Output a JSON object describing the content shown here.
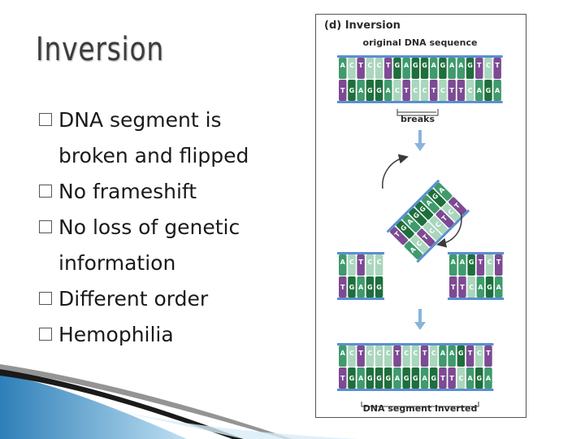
{
  "slide": {
    "title": "Inversion",
    "bullets": [
      {
        "lines": [
          "DNA segment is",
          "broken and flipped"
        ]
      },
      {
        "lines": [
          "No frameshift"
        ]
      },
      {
        "lines": [
          "No loss of genetic",
          "information"
        ]
      },
      {
        "lines": [
          "Different order"
        ]
      },
      {
        "lines": [
          "Hemophilia"
        ]
      }
    ]
  },
  "figure": {
    "panel_label": "(d) Inversion",
    "top_caption": "original DNA sequence",
    "breaks_label": "breaks",
    "bottom_caption": "DNA segment inverted",
    "original_top": [
      "A",
      "C",
      "T",
      "C",
      "C",
      "T",
      "G",
      "A",
      "G",
      "G",
      "A",
      "G",
      "A",
      "A",
      "G",
      "T",
      "C",
      "T"
    ],
    "original_bottom": [
      "T",
      "G",
      "A",
      "G",
      "G",
      "A",
      "C",
      "T",
      "C",
      "C",
      "T",
      "C",
      "T",
      "T",
      "C",
      "A",
      "G",
      "A"
    ],
    "segment_top": [
      "T",
      "G",
      "A",
      "G",
      "G",
      "A",
      "G",
      "A"
    ],
    "segment_bottom": [
      "A",
      "C",
      "T",
      "C",
      "C",
      "T",
      "C",
      "T"
    ],
    "left_top": [
      "A",
      "C",
      "T",
      "C",
      "C"
    ],
    "left_bottom": [
      "T",
      "G",
      "A",
      "G",
      "G"
    ],
    "right_top": [
      "A",
      "A",
      "G",
      "T",
      "C",
      "T"
    ],
    "right_bottom": [
      "T",
      "T",
      "C",
      "A",
      "G",
      "A"
    ],
    "inverted_top": [
      "A",
      "C",
      "T",
      "C",
      "C",
      "C",
      "T",
      "C",
      "C",
      "T",
      "C",
      "A",
      "A",
      "G",
      "T",
      "C",
      "T"
    ],
    "inverted_bottom": [
      "T",
      "G",
      "A",
      "G",
      "G",
      "G",
      "A",
      "G",
      "G",
      "A",
      "G",
      "T",
      "T",
      "C",
      "A",
      "G",
      "A"
    ],
    "colors": {
      "A": "#3f9a6c",
      "T": "#7d4a93",
      "C": "#a9d6bd",
      "G": "#1e6f3c",
      "backbone": "#5b8fcf",
      "arrow": "#8ab4dc",
      "segment_dark": "#5a1f6e"
    }
  }
}
